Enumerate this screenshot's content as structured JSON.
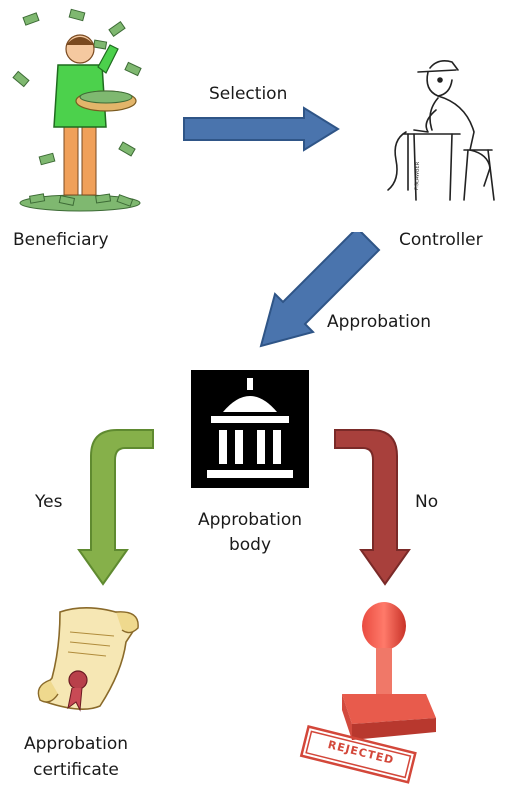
{
  "nodes": {
    "beneficiary": {
      "label": "Beneficiary"
    },
    "controller": {
      "label": "Controller"
    },
    "approbation_body": {
      "line1": "Approbation",
      "line2": "body"
    },
    "certificate": {
      "line1": "Approbation",
      "line2": "certificate"
    },
    "stamp_text": "REJECTED"
  },
  "edges": {
    "selection": {
      "label": "Selection",
      "color": "#4a74ad"
    },
    "approbation": {
      "label": "Approbation",
      "color": "#4a74ad"
    },
    "yes": {
      "label": "Yes",
      "color": "#86b04a"
    },
    "no": {
      "label": "No",
      "color": "#a8403c"
    }
  }
}
